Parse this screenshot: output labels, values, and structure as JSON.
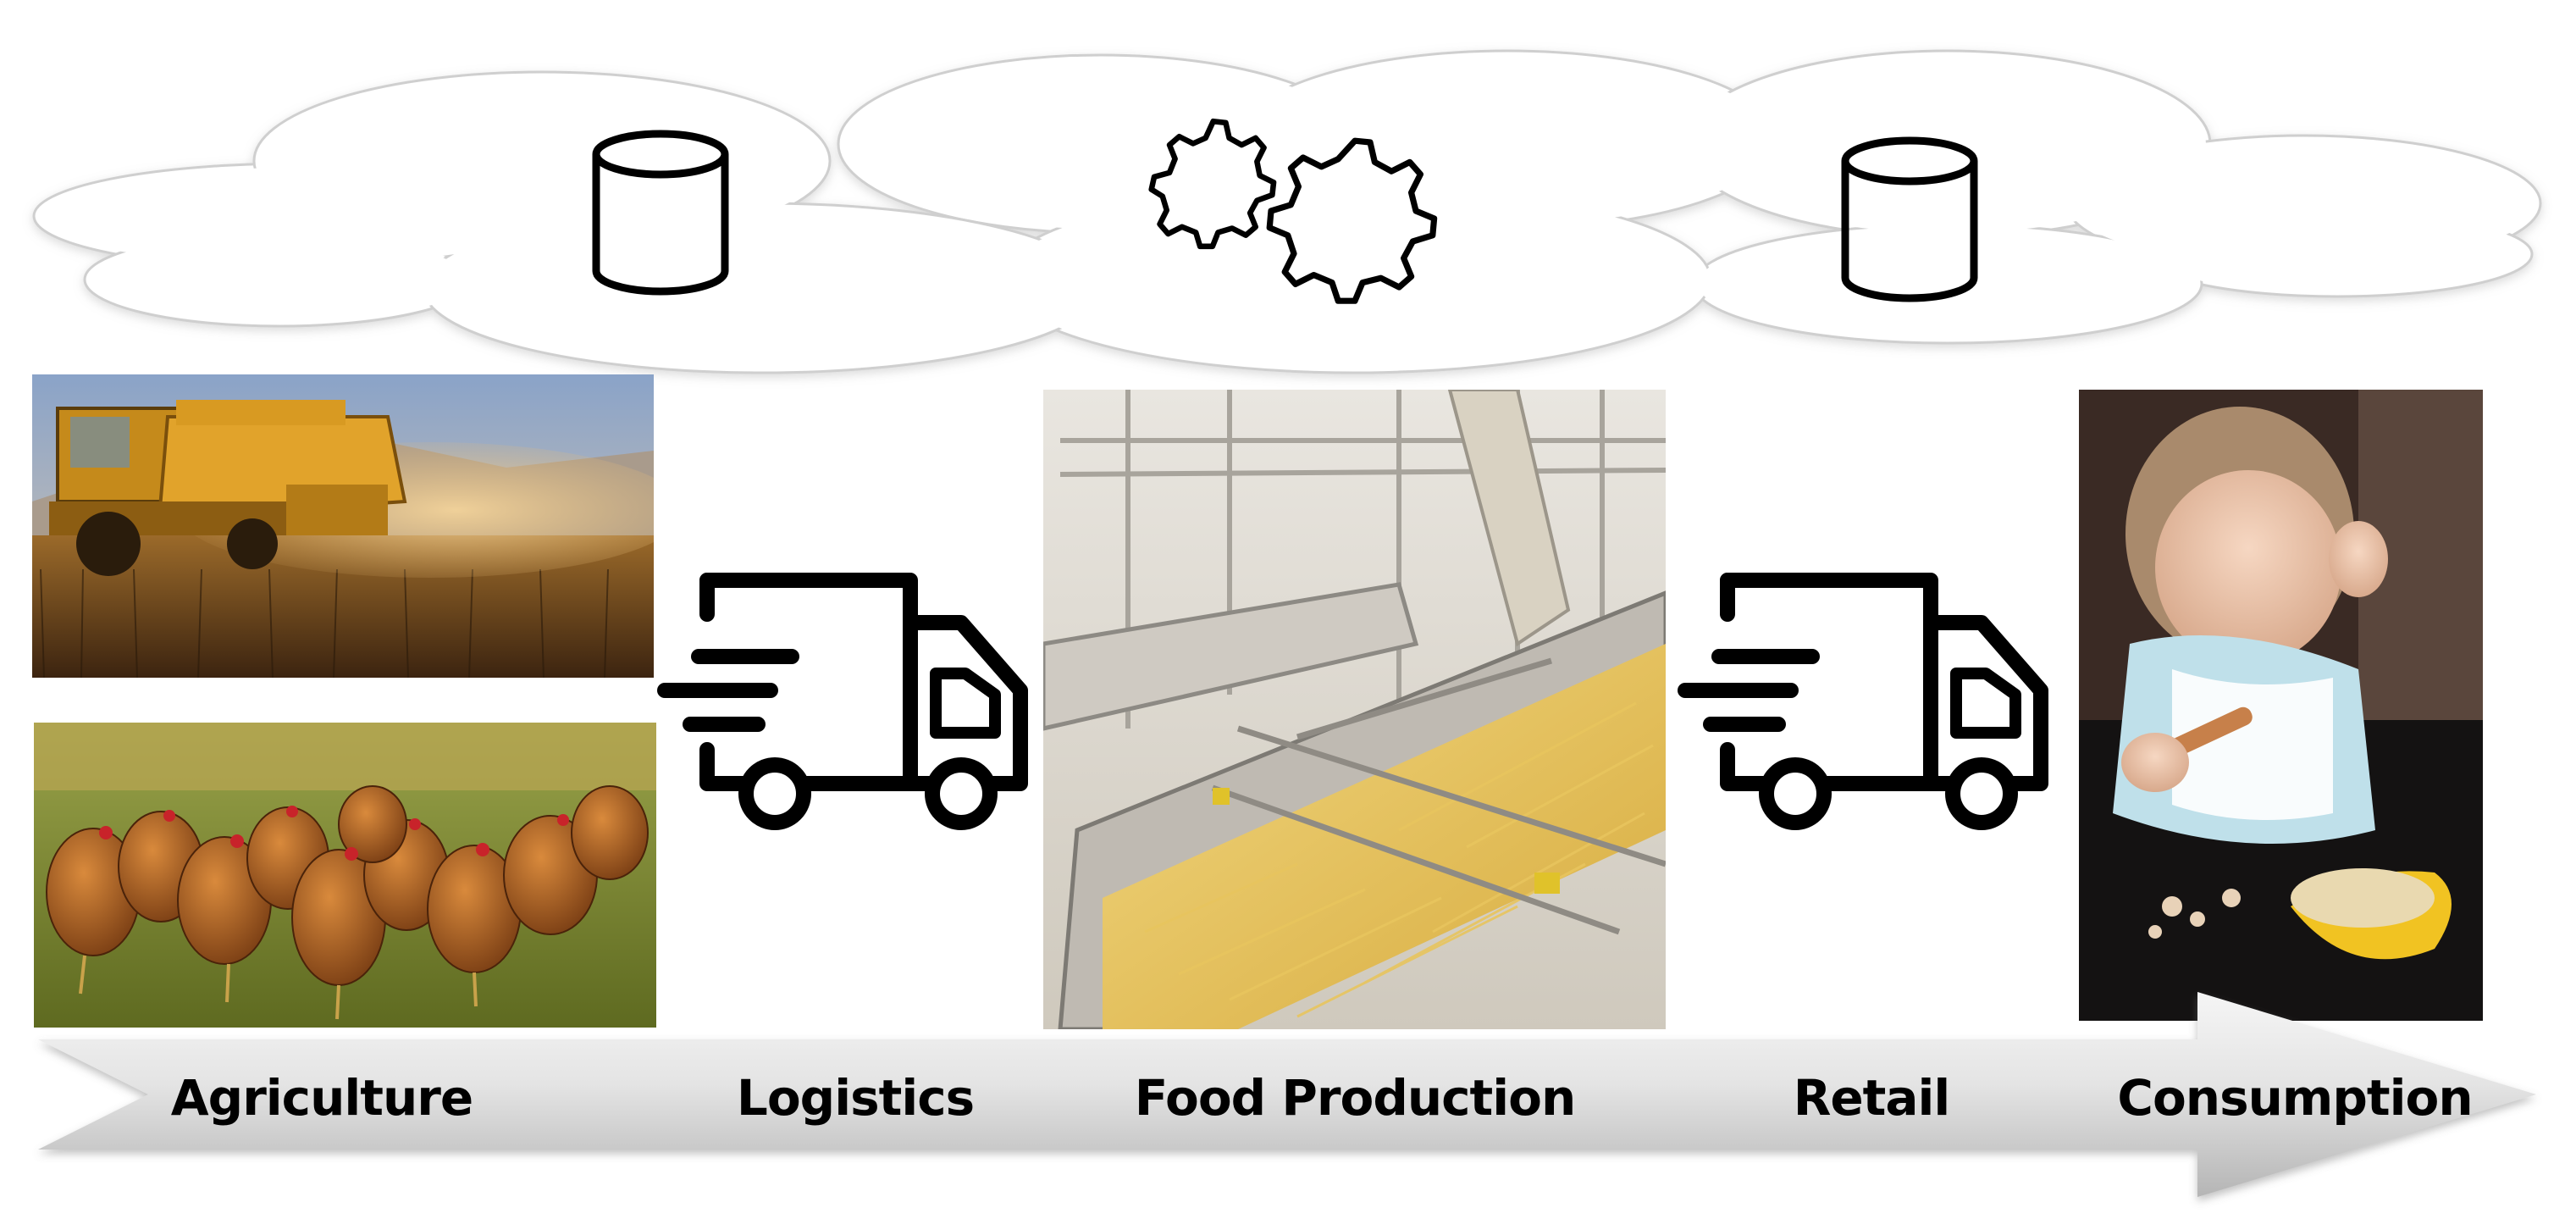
{
  "stages": [
    {
      "label": "Agriculture"
    },
    {
      "label": "Logistics"
    },
    {
      "label": "Food Production"
    },
    {
      "label": "Retail"
    },
    {
      "label": "Consumption"
    }
  ],
  "icons": {
    "cloud": "cloud-icon",
    "storage_left": "database-cylinder-icon",
    "processing": "gears-icon",
    "storage_right": "database-cylinder-icon",
    "truck": "delivery-truck-icon"
  },
  "photos": {
    "harvester": "combine-harvester-photo",
    "hens": "chickens-photo",
    "factory": "pasta-factory-photo",
    "child": "child-eating-photo"
  },
  "colors": {
    "arrow_light": "#f2f2f2",
    "arrow_dark": "#b8b8b8",
    "cloud_stroke": "#c8c8c8",
    "icon_stroke": "#000000"
  }
}
